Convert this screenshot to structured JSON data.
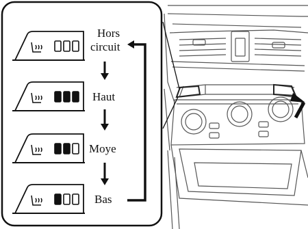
{
  "states": [
    {
      "line1": "Hors",
      "line2": "circuit",
      "level": 0
    },
    {
      "line1": "Haut",
      "line2": "",
      "level": 3
    },
    {
      "line1": "Moye",
      "line2": "",
      "level": 2
    },
    {
      "line1": "Bas",
      "line2": "",
      "level": 1
    }
  ],
  "icons": {
    "switch": "seat-heater-switch-icon",
    "step_arrow": "down-arrow-icon",
    "press_arrow": "press-arrow-icon"
  },
  "colors": {
    "line": "#111111",
    "background": "#ffffff",
    "console": "#555555"
  }
}
